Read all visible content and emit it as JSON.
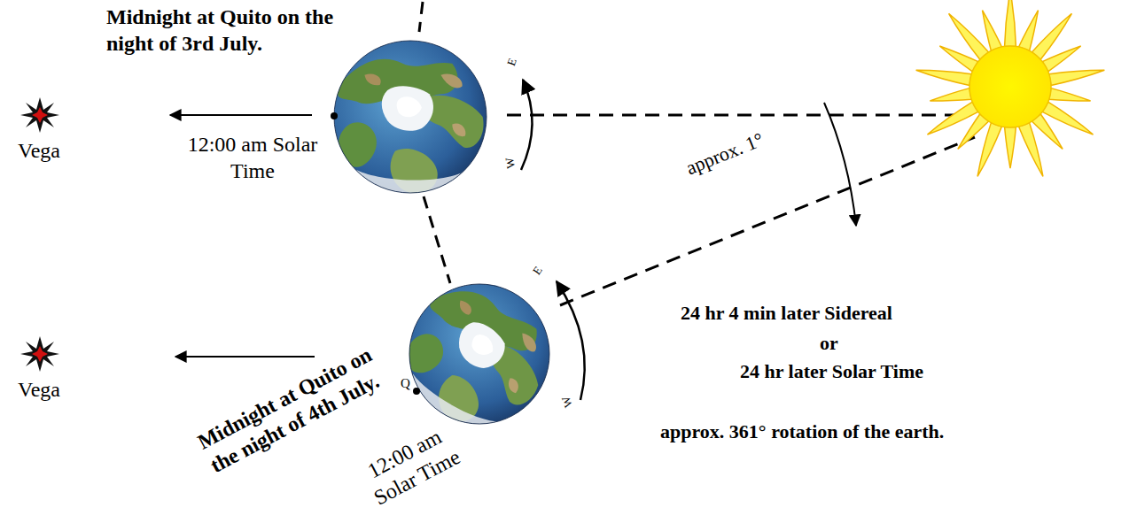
{
  "diagram": {
    "labels": [
      "Midnight at Quito on the night of 3rd July.",
      "12:00 am Solar Time",
      "Vega",
      "E",
      "W",
      "approx. 1°",
      "Vega",
      "Q",
      "E",
      "W",
      "24 hr 4 min later Sidereal",
      "or",
      "24 hr later Solar Time",
      "approx. 361° rotation of the earth.",
      "Midnight at Quito on the night of 4th July.",
      "12:00 am Solar Time"
    ]
  }
}
